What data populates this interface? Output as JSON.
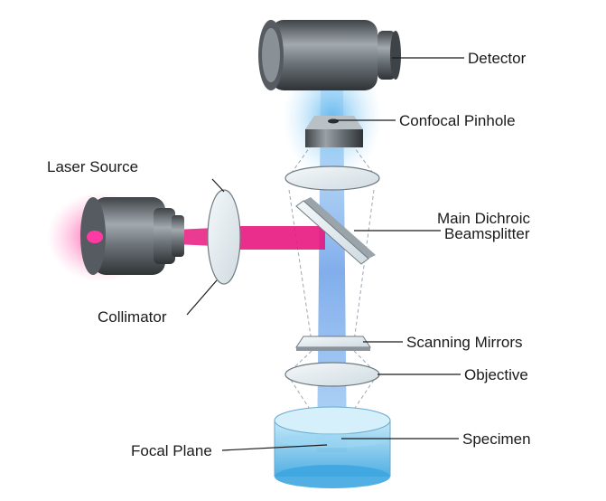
{
  "diagram": {
    "labels": {
      "detector": "Detector",
      "confocal_pinhole": "Confocal Pinhole",
      "laser_source": "Laser Source",
      "main_dichroic_line1": "Main Dichroic",
      "main_dichroic_line2": "Beamsplitter",
      "collimator": "Collimator",
      "scanning_mirrors": "Scanning Mirrors",
      "objective": "Objective",
      "specimen": "Specimen",
      "focal_plane": "Focal Plane"
    },
    "colors": {
      "laser_beam": "#e8177f",
      "emission_beam": "#3a8ee6",
      "detector_glow": "#8fd0f5",
      "device_body": "#6f767c",
      "specimen_dish": "#4fb3e6",
      "glass": "#e6eef2"
    }
  }
}
